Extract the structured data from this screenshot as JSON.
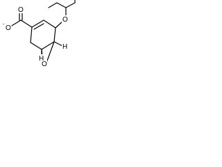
{
  "molecule": {
    "atoms": {
      "carboxylate_o_single": "O",
      "carboxylate_charge": "-",
      "carboxylate_o_double": "O",
      "ether_o": "O",
      "epoxide_o": "O",
      "stereo_h_upper": "H",
      "stereo_h_lower": "H"
    }
  }
}
